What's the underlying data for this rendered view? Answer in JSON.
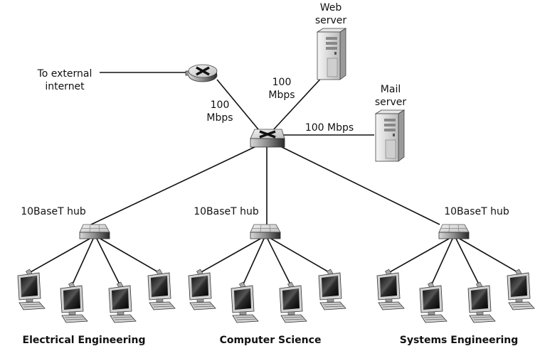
{
  "diagram": {
    "type": "network-topology",
    "router": {
      "label_lines": [
        "To external",
        "internet"
      ]
    },
    "core_switch": {
      "name": "switch"
    },
    "servers": [
      {
        "id": "web",
        "label_lines": [
          "Web",
          "server"
        ],
        "link_label_lines": [
          "100",
          "Mbps"
        ]
      },
      {
        "id": "mail",
        "label_lines": [
          "Mail",
          "server"
        ],
        "link_label_lines": [
          "100 Mbps"
        ]
      }
    ],
    "uplink_label_lines": [
      "100",
      "Mbps"
    ],
    "departments": [
      {
        "name": "Electrical Engineering",
        "hub_label": "10BaseT hub",
        "hosts": 4
      },
      {
        "name": "Computer Science",
        "hub_label": "10BaseT hub",
        "hosts": 4
      },
      {
        "name": "Systems Engineering",
        "hub_label": "10BaseT hub",
        "hosts": 4
      }
    ]
  }
}
